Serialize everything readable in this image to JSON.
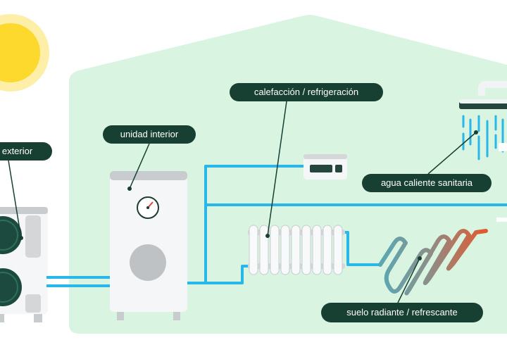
{
  "diagram": {
    "labels": {
      "outdoor_unit": "d exterior",
      "indoor_unit": "unidad interior",
      "heating_cooling": "calefacción / refrigeración",
      "hot_water": "agua caliente sanitaria",
      "floor_heating": "suelo radiante / refrescante"
    },
    "icons": {
      "sun": "sun-icon",
      "shower": "shower-icon",
      "thermostat": "thermostat-icon",
      "gauge": "pressure-gauge-icon",
      "radiator": "radiator-icon",
      "floor_coil": "underfloor-coil-icon",
      "fans": "fan-icon"
    },
    "colors": {
      "house_fill": "#d9f5e2",
      "pipe": "#29b6e8",
      "callout": "#173f32",
      "sun_outer": "#fdeea8",
      "sun_inner": "#fcd92c",
      "appliance": "#f5f6f7",
      "appliance_shade": "#c9cccf",
      "coil_start": "#5aa8b4",
      "coil_end": "#e3592f"
    }
  }
}
